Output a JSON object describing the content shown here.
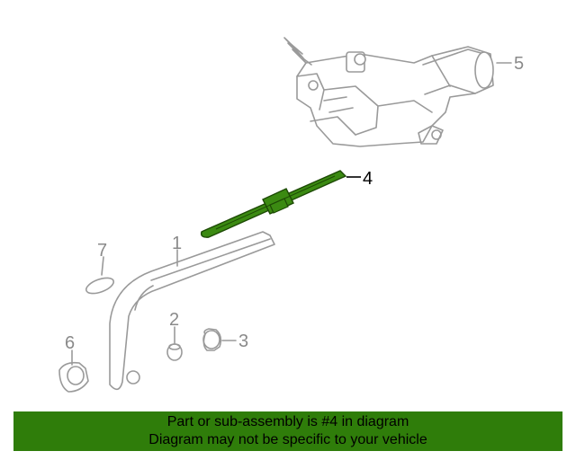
{
  "diagram": {
    "callouts": {
      "c1": "1",
      "c2": "2",
      "c3": "3",
      "c4": "4",
      "c5": "5",
      "c6": "6",
      "c7": "7"
    },
    "highlight_color": "#3b8a12"
  },
  "banner": {
    "line1": "Part or sub-assembly is #4 in diagram",
    "line2": "Diagram may not be specific to your vehicle",
    "background": "#2f7d0a"
  }
}
